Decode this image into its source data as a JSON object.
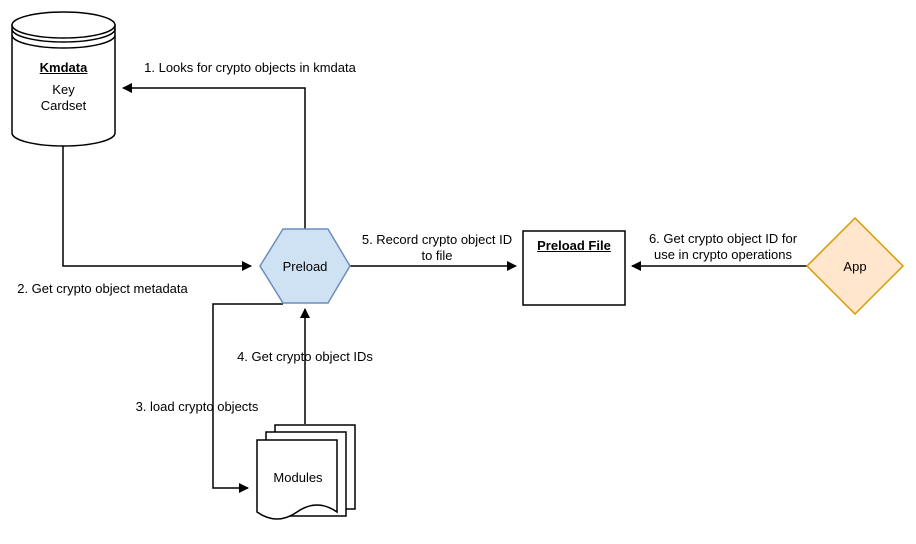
{
  "diagram": {
    "nodes": {
      "kmdata": {
        "title": "Kmdata",
        "subtitle": "Key\nCardset"
      },
      "preload": {
        "label": "Preload"
      },
      "preload_file": {
        "title": "Preload File"
      },
      "app": {
        "label": "App"
      },
      "modules": {
        "label": "Modules"
      }
    },
    "edges": {
      "e1": {
        "label": "1. Looks for crypto objects in kmdata"
      },
      "e2": {
        "label": "2. Get crypto object metadata"
      },
      "e3": {
        "label": "3. load crypto objects"
      },
      "e4": {
        "label": "4. Get crypto object IDs"
      },
      "e5": {
        "label": "5. Record crypto object ID\nto file"
      },
      "e6": {
        "label": "6. Get crypto object ID for\nuse in crypto operations"
      }
    },
    "colors": {
      "hexagon_fill": "#cfe2f3",
      "hexagon_stroke": "#6c8ebf",
      "diamond_fill": "#ffe6cc",
      "diamond_stroke": "#d79b00",
      "shape_fill": "#ffffff",
      "line_stroke": "#000000"
    }
  }
}
